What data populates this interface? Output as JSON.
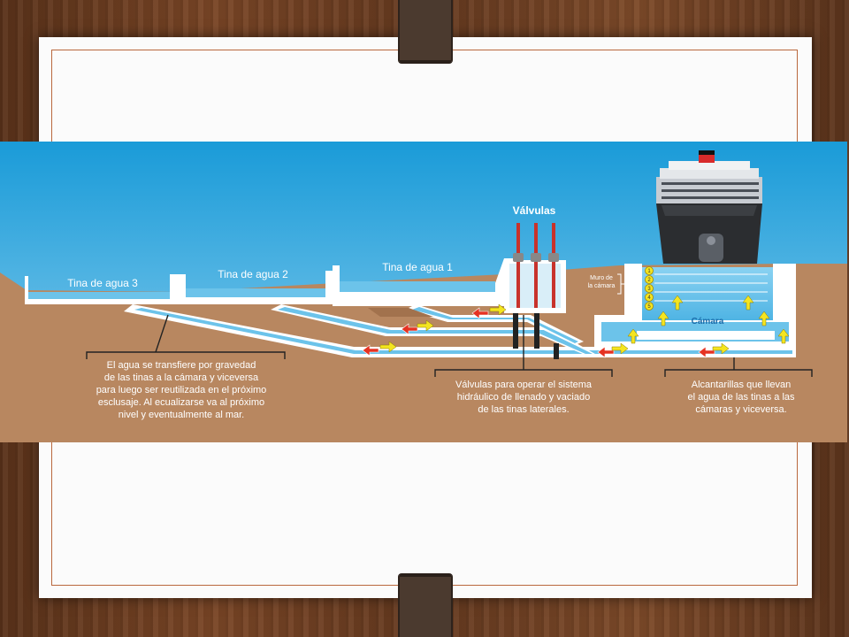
{
  "diagram": {
    "labels": {
      "valves": "Válvulas",
      "basin1": "Tina de agua 1",
      "basin2": "Tina de agua 2",
      "basin3": "Tina de agua 3",
      "chamber_wall_1": "Muro de",
      "chamber_wall_2": "la cámara",
      "chamber": "Cámara",
      "step_numbers": [
        "1",
        "2",
        "3",
        "4",
        "5"
      ]
    },
    "notes": {
      "gravity": [
        "El agua se transfiere por gravedad",
        "de las tinas a la cámara y viceversa",
        "para luego ser reutilizada en el próximo",
        "esclusaje. Al ecualizarse va al próximo",
        "nivel y eventualmente al mar."
      ],
      "valves": [
        "Válvulas para operar el sistema",
        "hidráulico de llenado y vaciado",
        "de las tinas laterales."
      ],
      "culverts": [
        "Alcantarillas que llevan",
        "el agua de las tinas a las",
        "cámaras y viceversa."
      ]
    },
    "colors": {
      "sky_top": "#1a9bd8",
      "sky_bottom": "#8fd0ef",
      "earth": "#b88760",
      "water": "#6cc3ea",
      "wall": "#ffffff",
      "arrow_red": "#e53222",
      "arrow_yellow": "#f4e520",
      "valve_red": "#c8322b"
    }
  }
}
